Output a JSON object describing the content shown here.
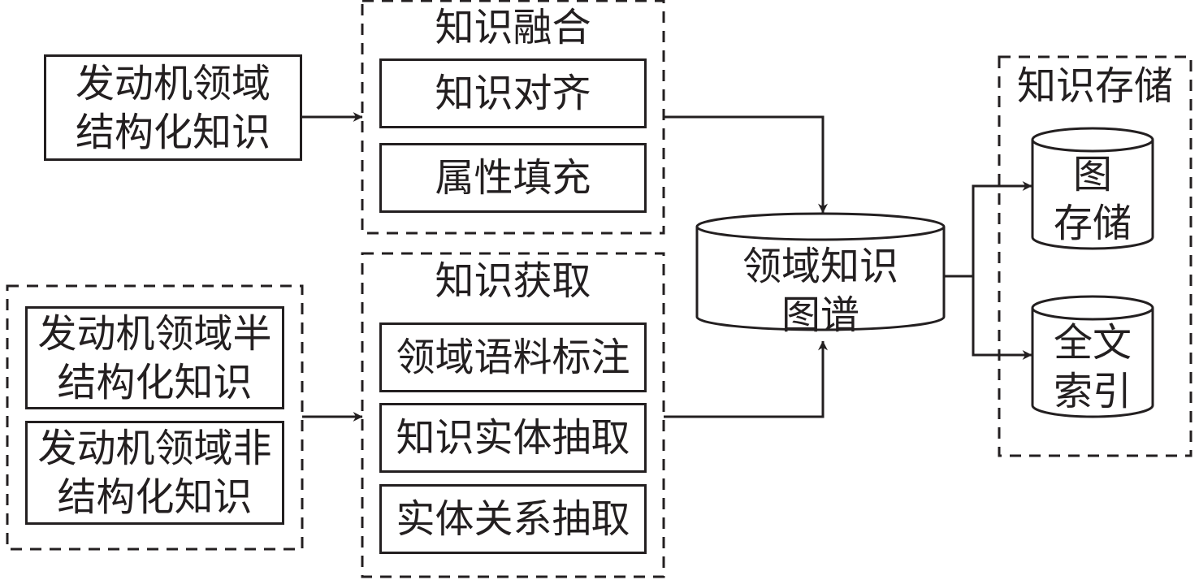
{
  "diagram": {
    "sources": {
      "structured": "发动机领域\n结构化知识",
      "group_items": [
        "发动机领域半\n结构化知识",
        "发动机领域非\n结构化知识"
      ]
    },
    "fusion": {
      "title": "知识融合",
      "items": [
        "知识对齐",
        "属性填充"
      ]
    },
    "acquisition": {
      "title": "知识获取",
      "items": [
        "领域语料标注",
        "知识实体抽取",
        "实体关系抽取"
      ]
    },
    "central": {
      "label": "领域知识\n图谱"
    },
    "storage": {
      "title": "知识存储",
      "items": [
        "图\n存储",
        "全文\n索引"
      ]
    },
    "colors": {
      "stroke": "#231f20",
      "background": "#ffffff"
    }
  }
}
